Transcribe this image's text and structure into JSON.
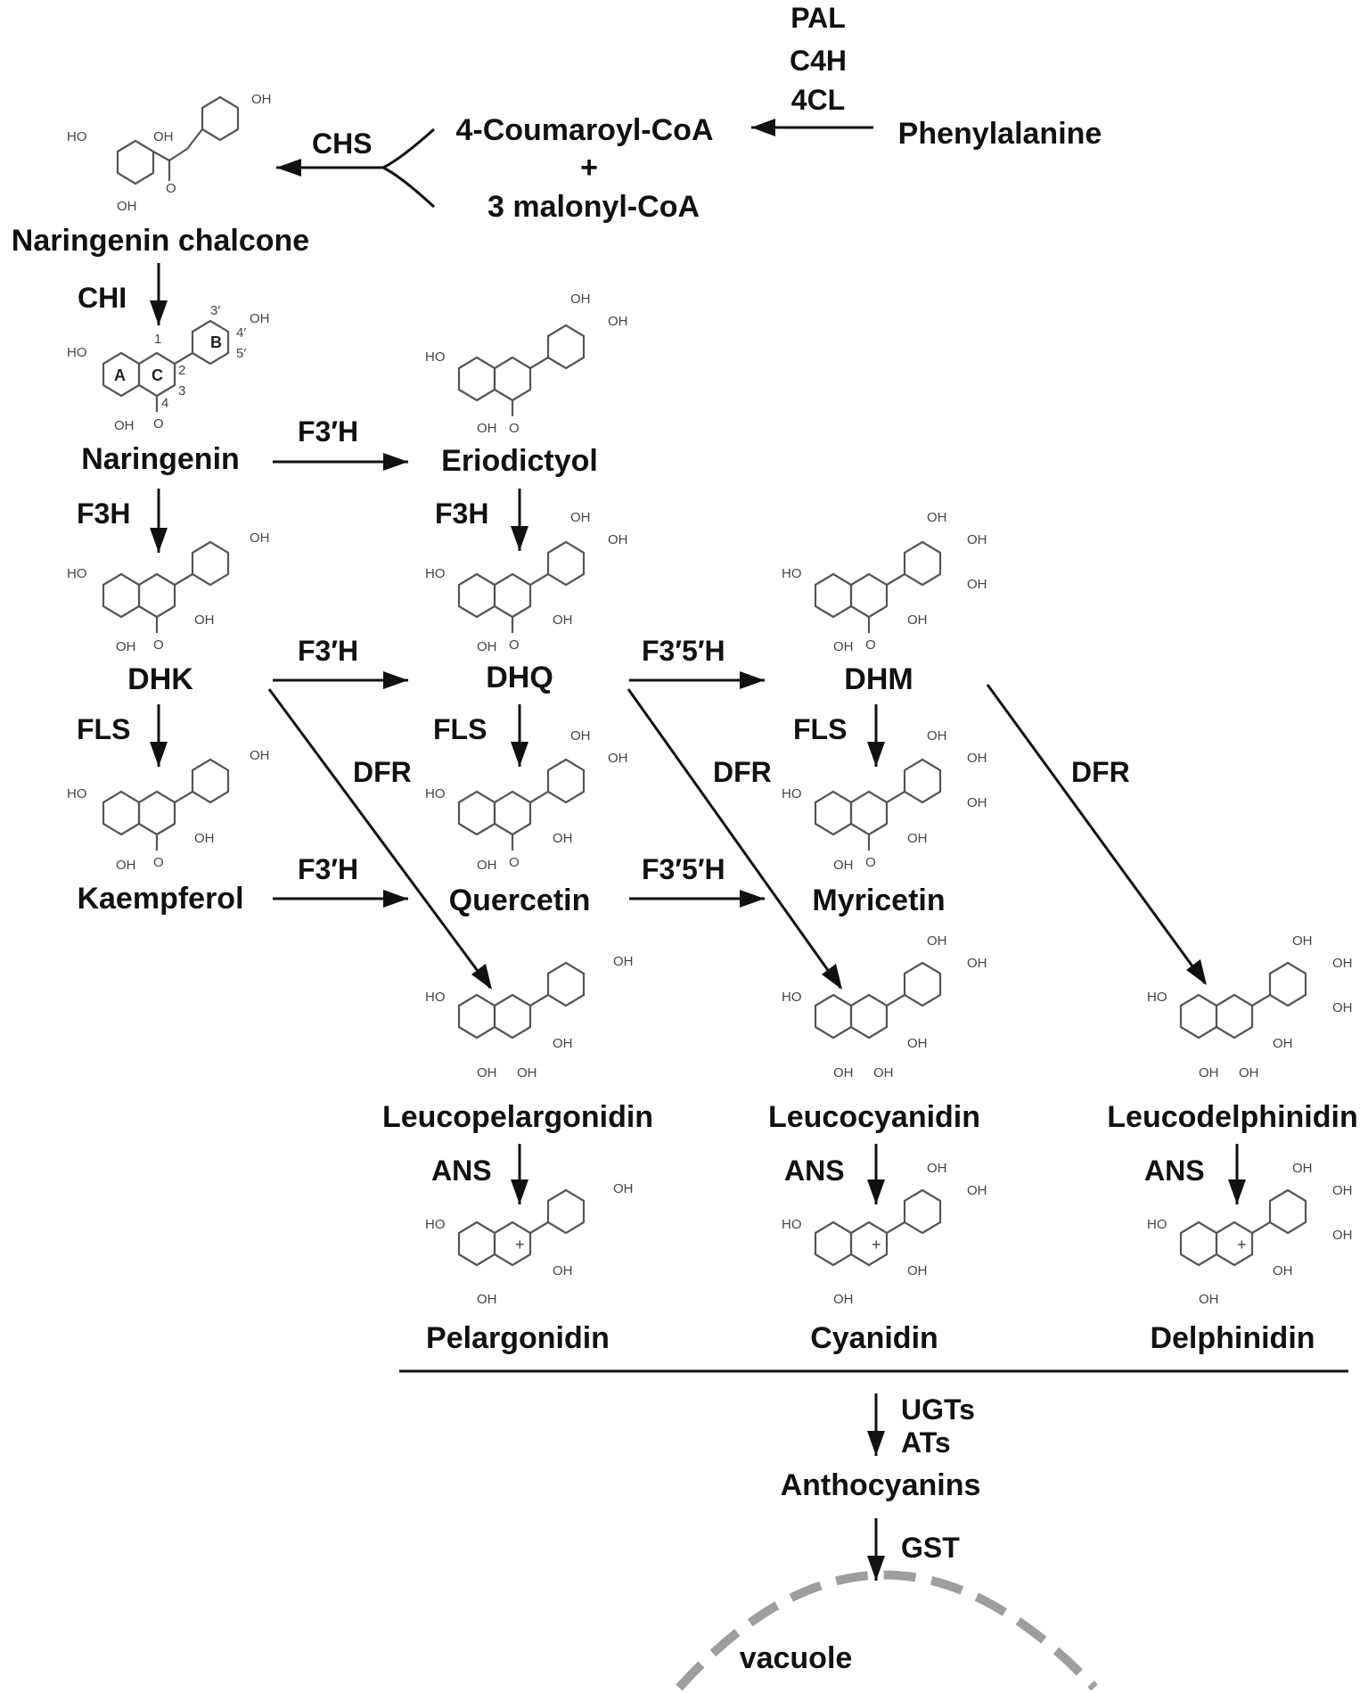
{
  "compounds": {
    "phenylalanine": "Phenylalanine",
    "coumaroyl": "4-Coumaroyl-CoA",
    "plus": "+",
    "malonyl": "3 malonyl-CoA",
    "chalcone": "Naringenin chalcone",
    "naringenin": "Naringenin",
    "eriodictyol": "Eriodictyol",
    "dhk": "DHK",
    "dhq": "DHQ",
    "dhm": "DHM",
    "kaempferol": "Kaempferol",
    "quercetin": "Quercetin",
    "myricetin": "Myricetin",
    "leucopelargonidin": "Leucopelargonidin",
    "leucocyanidin": "Leucocyanidin",
    "leucodelphinidin": "Leucodelphinidin",
    "pelargonidin": "Pelargonidin",
    "cyanidin": "Cyanidin",
    "delphinidin": "Delphinidin",
    "anthocyanins": "Anthocyanins",
    "vacuole": "vacuole"
  },
  "enzymes": {
    "pal": "PAL",
    "c4h": "C4H",
    "cl4": "4CL",
    "chs": "CHS",
    "chi": "CHI",
    "f3h_1": "F3H",
    "f3h_2": "F3H",
    "f3ph_1": "F3′H",
    "f3ph_2": "F3′H",
    "f3ph_3": "F3′H",
    "f35h_1": "F3′5′H",
    "f35h_2": "F3′5′H",
    "fls_1": "FLS",
    "fls_2": "FLS",
    "fls_3": "FLS",
    "dfr_1": "DFR",
    "dfr_2": "DFR",
    "dfr_3": "DFR",
    "ans_1": "ANS",
    "ans_2": "ANS",
    "ans_3": "ANS",
    "ugts": "UGTs",
    "ats": "ATs",
    "gst": "GST"
  },
  "structures": {
    "oh": "OH",
    "ho": "HO",
    "o": "O",
    "plus": "+",
    "ring_a": "A",
    "ring_b": "B",
    "ring_c": "C",
    "pos1": "1",
    "pos2": "2",
    "pos3": "3",
    "pos4": "4",
    "pos3p": "3′",
    "pos4p": "4′",
    "pos5p": "5′"
  },
  "colors": {
    "ink": "#111111",
    "structure": "#555555",
    "vacuole": "#9e9e9e"
  }
}
